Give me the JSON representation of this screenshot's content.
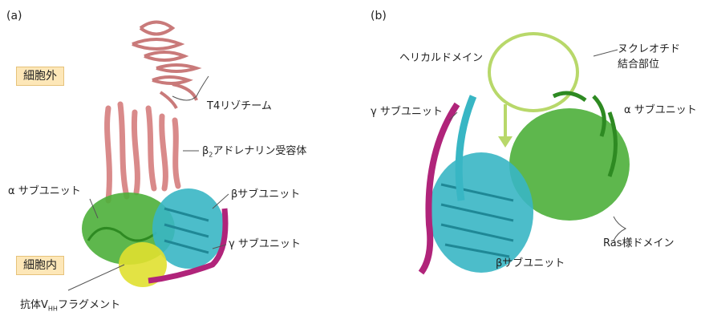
{
  "panel_a": {
    "letter": "(a)",
    "region_outside": "細胞外",
    "region_inside": "細胞内",
    "t4": "T4リゾチーム",
    "beta2": "β",
    "beta2_sub": "2",
    "beta2_rest": "アドレナリン受容体",
    "alpha": "α サブユニット",
    "beta": "βサブユニット",
    "gamma": "γ サブユニット",
    "antibody": "抗体V",
    "antibody_sub": "HH",
    "antibody_rest": "フラグメント"
  },
  "panel_b": {
    "letter": "(b)",
    "helical": "ヘリカルドメイン",
    "nucleotide_line1": "ヌクレオチド",
    "nucleotide_line2": "結合部位",
    "gamma": "γ サブユニット",
    "alpha": "α サブユニット",
    "ras": "Ras様ドメイン",
    "beta": "βサブユニット"
  },
  "colors": {
    "t4": "#c97a7a",
    "receptor": "#d98a8a",
    "alpha": "#4caf3a",
    "beta": "#38b6c4",
    "gamma": "#b0247a",
    "antibody": "#e0e030",
    "arrow": "#b8d86a",
    "box_fill": "#fde7b8"
  }
}
